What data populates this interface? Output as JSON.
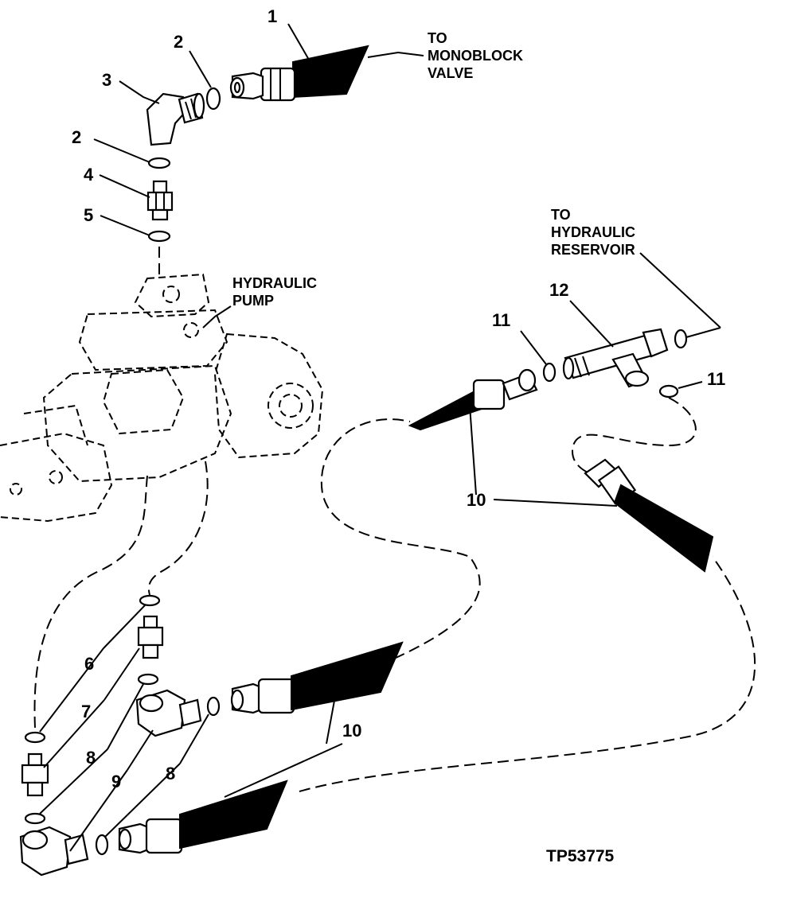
{
  "callouts": [
    {
      "id": "c1",
      "text": "1"
    },
    {
      "id": "c2a",
      "text": "2"
    },
    {
      "id": "c3",
      "text": "3"
    },
    {
      "id": "c2b",
      "text": "2"
    },
    {
      "id": "c4",
      "text": "4"
    },
    {
      "id": "c5",
      "text": "5"
    },
    {
      "id": "c11a",
      "text": "11"
    },
    {
      "id": "c12",
      "text": "12"
    },
    {
      "id": "c11b",
      "text": "11"
    },
    {
      "id": "c10a",
      "text": "10"
    },
    {
      "id": "c6",
      "text": "6"
    },
    {
      "id": "c7",
      "text": "7"
    },
    {
      "id": "c8a",
      "text": "8"
    },
    {
      "id": "c9",
      "text": "9"
    },
    {
      "id": "c8b",
      "text": "8"
    },
    {
      "id": "c10b",
      "text": "10"
    }
  ],
  "notes": {
    "monoblock": [
      "TO",
      "MONOBLOCK",
      "VALVE"
    ],
    "pump": [
      "HYDRAULIC",
      "PUMP"
    ],
    "reservoir": [
      "TO",
      "HYDRAULIC",
      "RESERVOIR"
    ]
  },
  "figure_id": "TP53775"
}
